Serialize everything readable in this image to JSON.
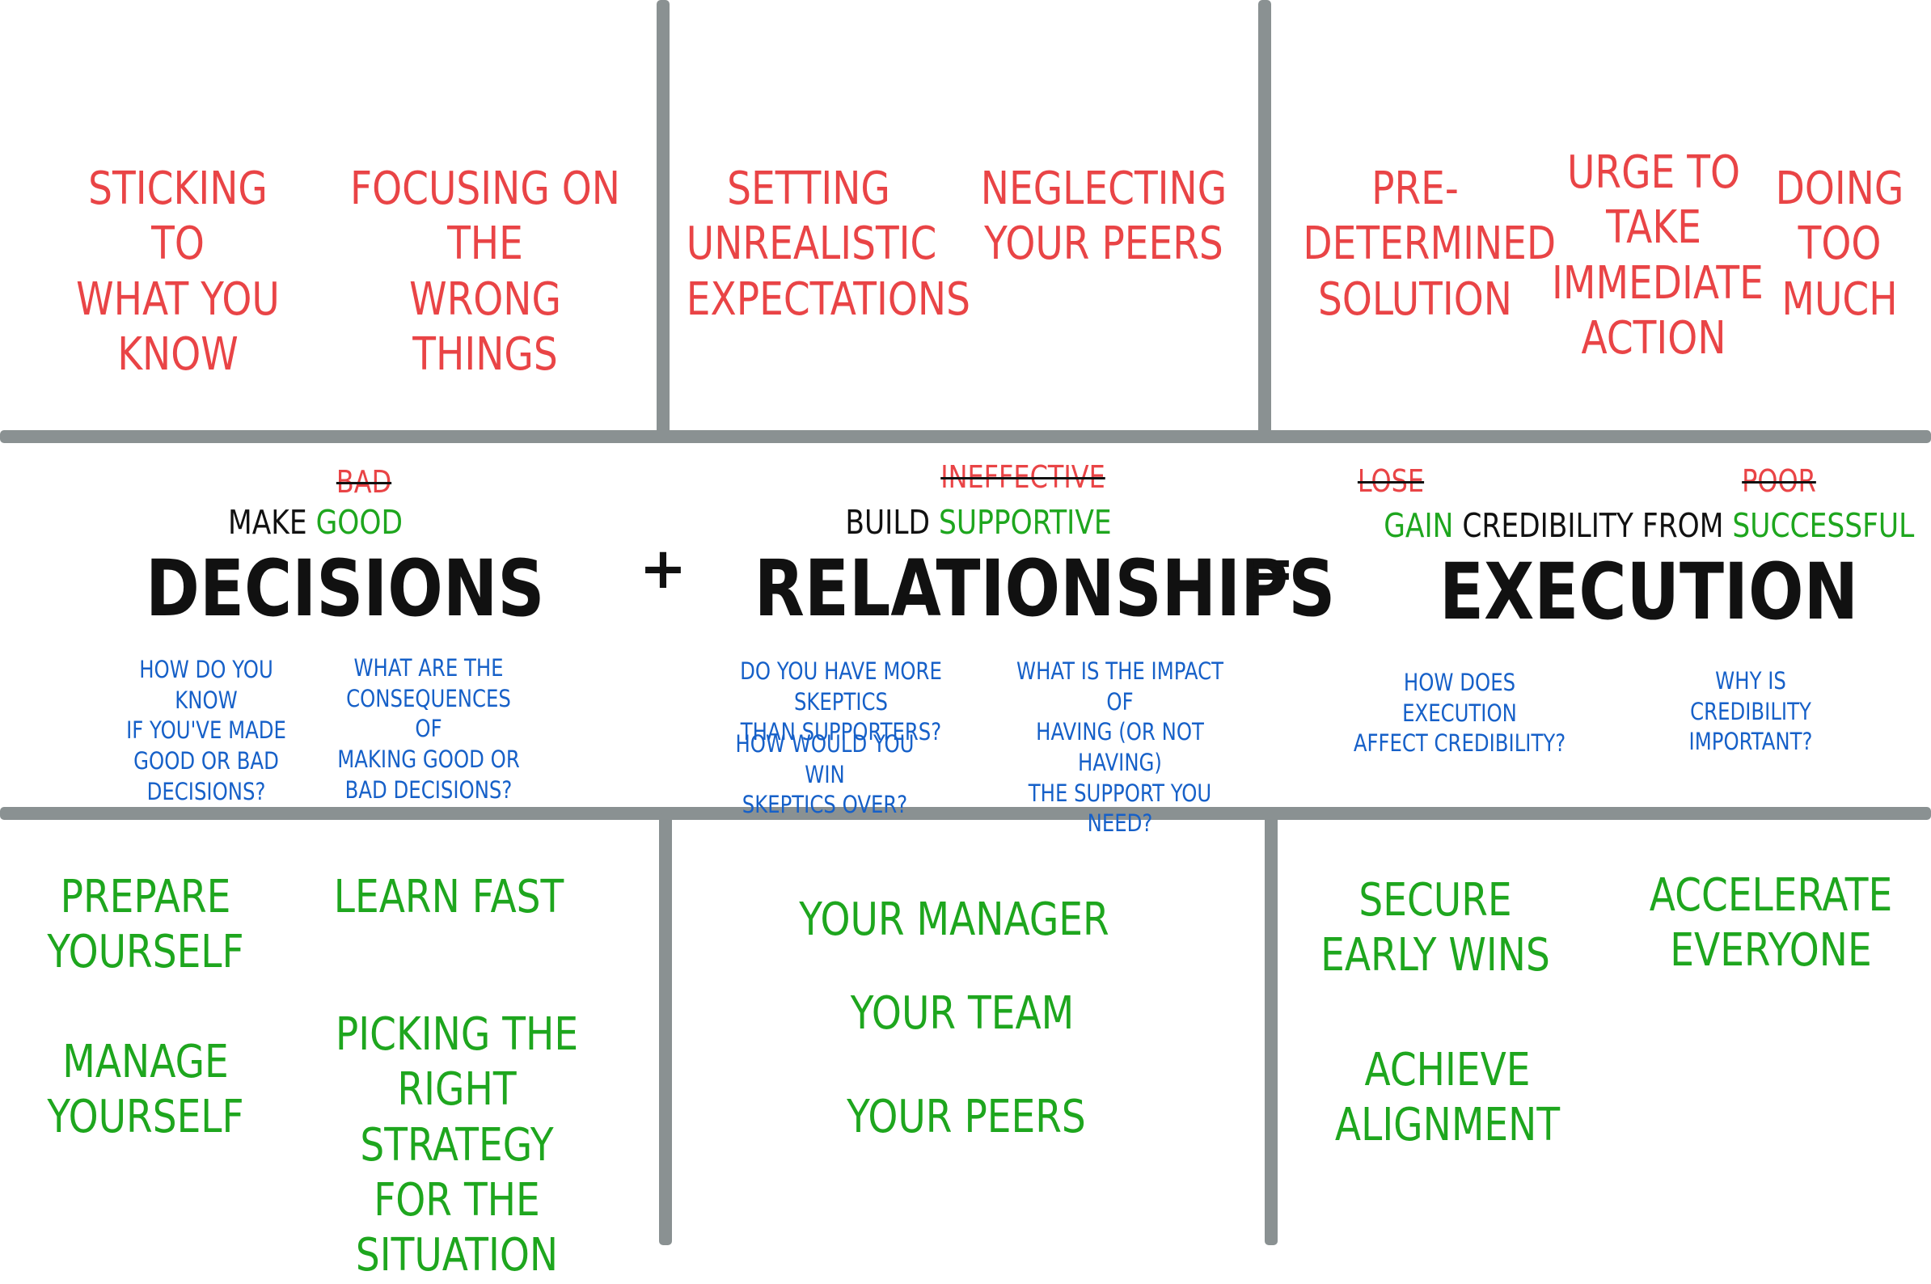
{
  "colors": {
    "grid": "#8a9192",
    "risk": "#e94446",
    "strategy": "#1ea61e",
    "question": "#1660c8",
    "text": "#111111"
  },
  "top": {
    "decisions": [
      "STICKING TO\nWHAT YOU\nKNOW",
      "FOCUSING ON THE\nWRONG THINGS"
    ],
    "relationships": [
      "SETTING\nUNREALISTIC\nEXPECTATIONS",
      "NEGLECTING\nYOUR PEERS"
    ],
    "execution": [
      "PRE-\nDETERMINED\nSOLUTION",
      "URGE TO\nTAKE\nIMMEDIATE\nACTION",
      "DOING\nTOO\nMUCH"
    ]
  },
  "middle": {
    "decisions": {
      "struck": "BAD",
      "lead": "MAKE",
      "highlight": "GOOD",
      "title": "DECISIONS",
      "questions": [
        "HOW DO YOU KNOW\nIF YOU'VE MADE\nGOOD OR BAD\nDECISIONS?",
        "WHAT ARE THE\nCONSEQUENCES OF\nMAKING GOOD OR\nBAD DECISIONS?"
      ]
    },
    "plus": "+",
    "relationships": {
      "struck": "INEFFECTIVE",
      "lead": "BUILD",
      "highlight": "SUPPORTIVE",
      "title": "RELATIONSHIPS",
      "questions": [
        "DO YOU HAVE MORE SKEPTICS\nTHAN SUPPORTERS?",
        "HOW WOULD YOU WIN\nSKEPTICS OVER?",
        "WHAT IS THE IMPACT OF\nHAVING (OR NOT HAVING)\nTHE SUPPORT YOU NEED?"
      ]
    },
    "equals": "=",
    "execution": {
      "struck1": "LOSE",
      "struck2": "POOR",
      "highlight1": "GAIN",
      "lead": "CREDIBILITY FROM",
      "highlight2": "SUCCESSFUL",
      "title": "EXECUTION",
      "questions": [
        "HOW DOES EXECUTION\nAFFECT CREDIBILITY?",
        "WHY IS CREDIBILITY\nIMPORTANT?"
      ]
    }
  },
  "bottom": {
    "decisions": [
      "PREPARE\nYOURSELF",
      "LEARN FAST",
      "MANAGE\nYOURSELF",
      "PICKING THE\nRIGHT STRATEGY\nFOR THE SITUATION"
    ],
    "relationships": [
      "YOUR MANAGER",
      "YOUR TEAM",
      "YOUR PEERS"
    ],
    "execution": [
      "SECURE\nEARLY WINS",
      "ACCELERATE\nEVERYONE",
      "ACHIEVE\nALIGNMENT"
    ]
  }
}
